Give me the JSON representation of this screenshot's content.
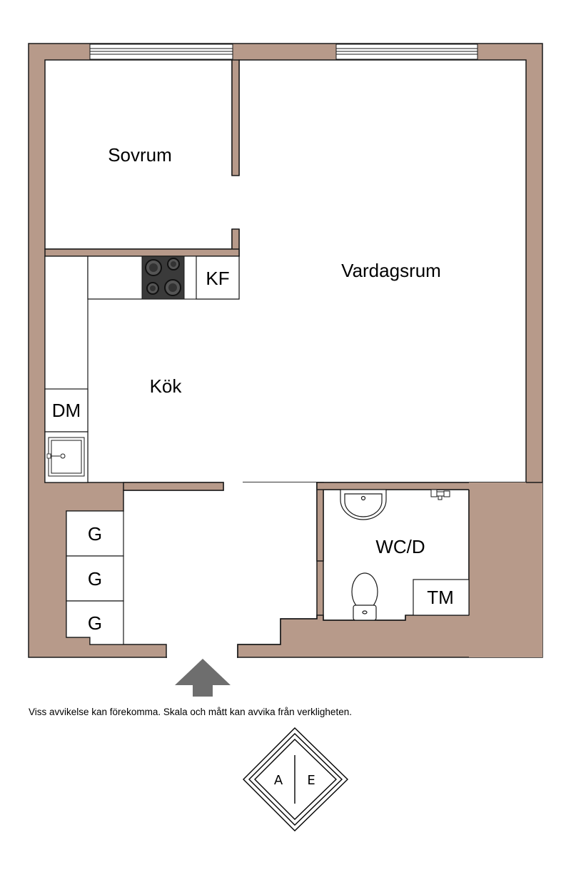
{
  "rooms": {
    "sovrum": "Sovrum",
    "vardagsrum": "Vardagsrum",
    "kok": "Kök",
    "wcd": "WC/D"
  },
  "fixtures": {
    "kf": "KF",
    "dm": "DM",
    "g1": "G",
    "g2": "G",
    "g3": "G",
    "tm": "TM"
  },
  "disclaimer": "Viss avvikelse kan förekomma. Skala och mått kan avvika från verkligheten.",
  "logo": {
    "left": "A",
    "right": "E"
  },
  "colors": {
    "wall": "#b79a8a",
    "outline": "#1a1a1a",
    "arrow": "#6e6e6e"
  }
}
